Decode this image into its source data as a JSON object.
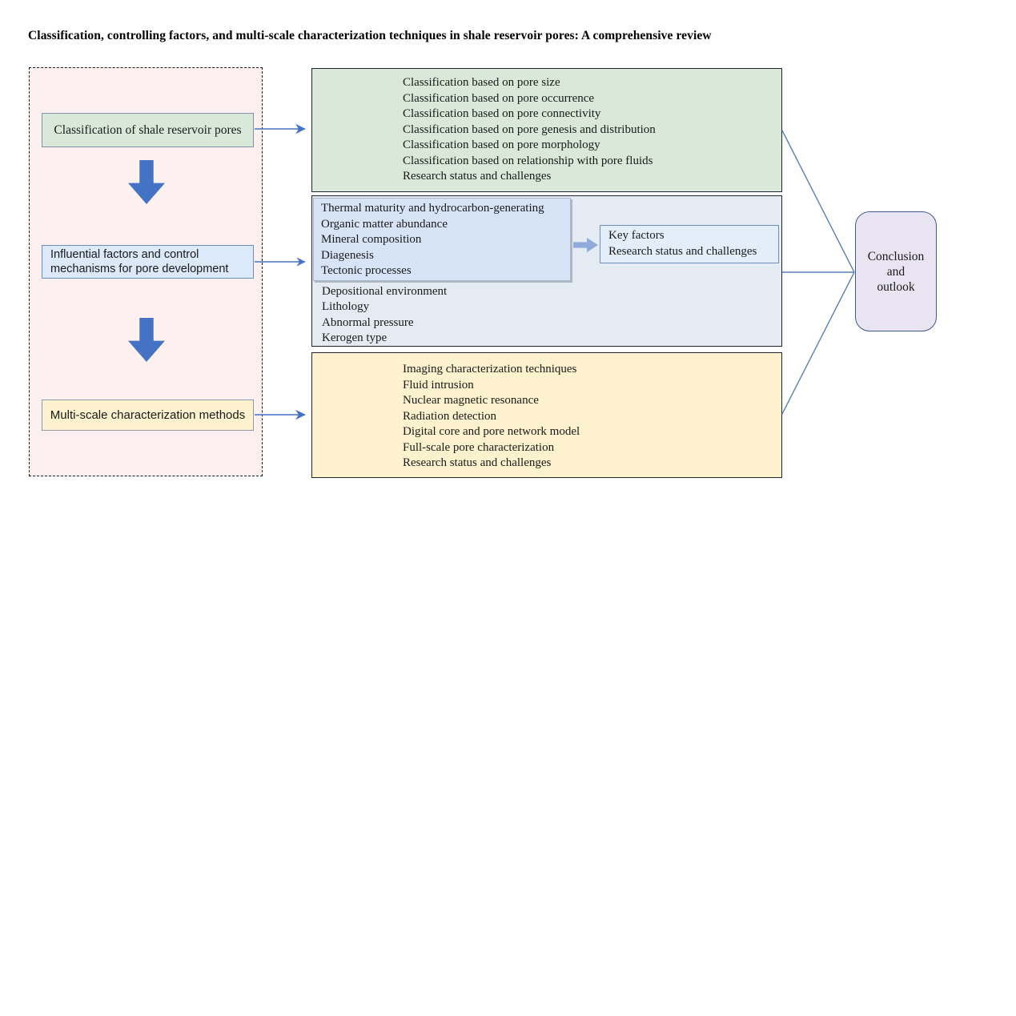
{
  "title": "Classification, controlling factors, and multi-scale characterization techniques in shale reservoir pores: A comprehensive review",
  "left_panel": {
    "step1_label": "Classification of shale reservoir pores",
    "step2_label": "Influential factors and control mechanisms for pore development",
    "step3_label": "Multi-scale characterization methods"
  },
  "classification_panel": {
    "items": [
      "Classification based on pore size",
      "Classification based on pore occurrence",
      "Classification based on pore connectivity",
      "Classification based on pore genesis and distribution",
      "Classification based on pore morphology",
      "Classification based on relationship with pore fluids",
      "Research status and challenges"
    ]
  },
  "factors_panel": {
    "key_mechanisms": [
      "Thermal maturity and hydrocarbon-generating",
      "Organic matter abundance",
      "Mineral composition",
      "Diagenesis",
      "Tectonic processes"
    ],
    "other_factors": [
      "Depositional environment",
      "Lithology",
      "Abnormal pressure",
      "Kerogen type"
    ],
    "key_factors_box": {
      "line1": "Key factors",
      "line2": "Research status and challenges"
    }
  },
  "methods_panel": {
    "items": [
      "Imaging characterization techniques",
      "Fluid intrusion",
      "Nuclear magnetic resonance",
      "Radiation detection",
      "Digital core and pore network model",
      "Full-scale pore characterization",
      "Research status and challenges"
    ]
  },
  "conclusion": {
    "line1": "Conclusion",
    "line2": "and",
    "line3": "outlook"
  },
  "colors": {
    "flow_container_fill": "#fdf0f0",
    "green_fill": "#d9e8d8",
    "blue_fill": "#dbe9fb",
    "yellow_fill": "#fdf2cd",
    "factors_outer_fill": "#e4ebf2",
    "factors_inner_fill": "#d7e4f7",
    "conclusion_fill": "#e9e4f1",
    "block_arrow_blue": "#4472c4",
    "light_arrow_blue": "#8fabdc",
    "connector_blue": "#5b7fbd"
  }
}
